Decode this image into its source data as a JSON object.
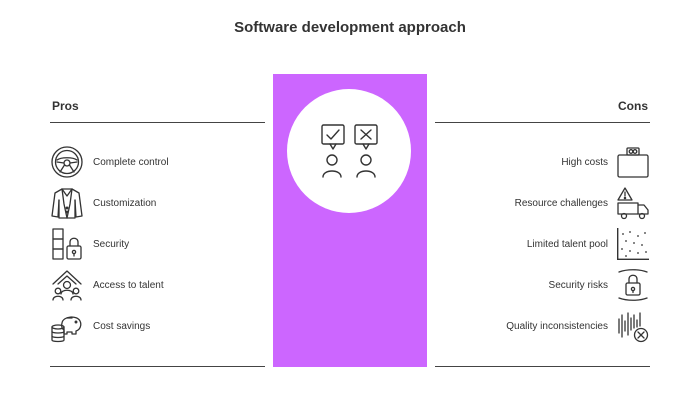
{
  "title": "Software development approach",
  "pros": {
    "heading": "Pros",
    "items": [
      {
        "label": "Complete control",
        "icon": "steering-wheel-icon"
      },
      {
        "label": "Customization",
        "icon": "tailored-suit-icon"
      },
      {
        "label": "Security",
        "icon": "padlock-grid-icon"
      },
      {
        "label": "Access to talent",
        "icon": "talent-growth-icon"
      },
      {
        "label": "Cost savings",
        "icon": "piggy-bank-icon"
      }
    ]
  },
  "cons": {
    "heading": "Cons",
    "items": [
      {
        "label": "High costs",
        "icon": "money-box-icon"
      },
      {
        "label": "Resource challenges",
        "icon": "warning-truck-icon"
      },
      {
        "label": "Limited talent pool",
        "icon": "sparse-dots-icon"
      },
      {
        "label": "Security risks",
        "icon": "padlock-risk-icon"
      },
      {
        "label": "Quality inconsistencies",
        "icon": "waveform-error-icon"
      }
    ]
  },
  "colors": {
    "accent": "#cc66ff",
    "text": "#333333",
    "line": "#444444"
  },
  "center_icon": "pros-cons-people-icon"
}
